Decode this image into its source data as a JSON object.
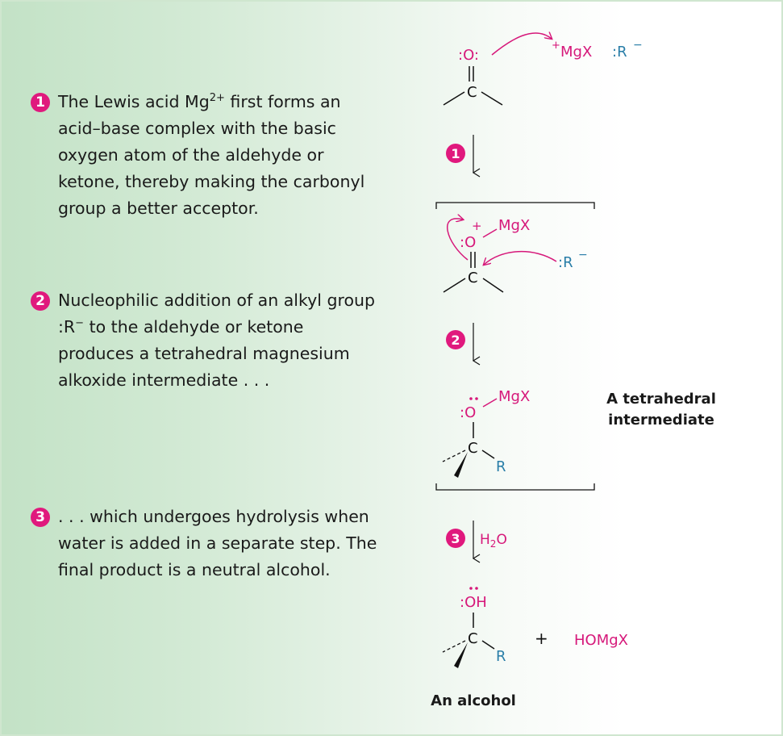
{
  "steps": [
    {
      "number": "1",
      "lines": [
        {
          "pre": "The Lewis acid Mg",
          "sup": "2+",
          "post": " first forms an"
        },
        {
          "text": "acid–base complex with the basic"
        },
        {
          "text": "oxygen atom of the aldehyde or"
        },
        {
          "text": "ketone, thereby making the carbonyl"
        },
        {
          "text": "group a better acceptor."
        }
      ]
    },
    {
      "number": "2",
      "lines": [
        {
          "text": "Nucleophilic addition of an alkyl group"
        },
        {
          "pre": ":R",
          "sup": "−",
          "post": " to the aldehyde or ketone"
        },
        {
          "text": "produces a tetrahedral magnesium"
        },
        {
          "text": "alkoxide intermediate . . ."
        }
      ]
    },
    {
      "number": "3",
      "lines": [
        {
          "text": ". . . which undergoes hydrolysis when"
        },
        {
          "text": "water is added in a separate step. The"
        },
        {
          "text": "final product is a neutral alcohol."
        }
      ]
    }
  ],
  "scheme": {
    "start": {
      "oxygen": ":O:",
      "carbon": "C",
      "reagent": "MgX",
      "reagent_charge": "+",
      "nucleophile": ":R",
      "nucleophile_charge": "−"
    },
    "arrow1": {
      "badge": "1"
    },
    "complex": {
      "oxygen": ":O",
      "charge": "+",
      "metal": "MgX",
      "carbon": "C",
      "nucleophile": ":R",
      "nucleophile_charge": "−"
    },
    "arrow2": {
      "badge": "2"
    },
    "intermediate": {
      "oxygen": ":O",
      "metal": "MgX",
      "carbon": "C",
      "substituent": "R",
      "label_line1": "A tetrahedral",
      "label_line2": "intermediate"
    },
    "arrow3": {
      "badge": "3",
      "reagent_main": "H",
      "reagent_sub": "2",
      "reagent_end": "O"
    },
    "product": {
      "oxygen": ":OH",
      "carbon": "C",
      "substituent": "R",
      "plus": "+",
      "byproduct": "HOMgX",
      "label": "An alcohol"
    }
  },
  "colors": {
    "accent_pink": "#d6187a",
    "badge_pink": "#e0197d",
    "nucleophile_blue": "#2a7ea8",
    "bg_green": "#c3e2c6"
  }
}
